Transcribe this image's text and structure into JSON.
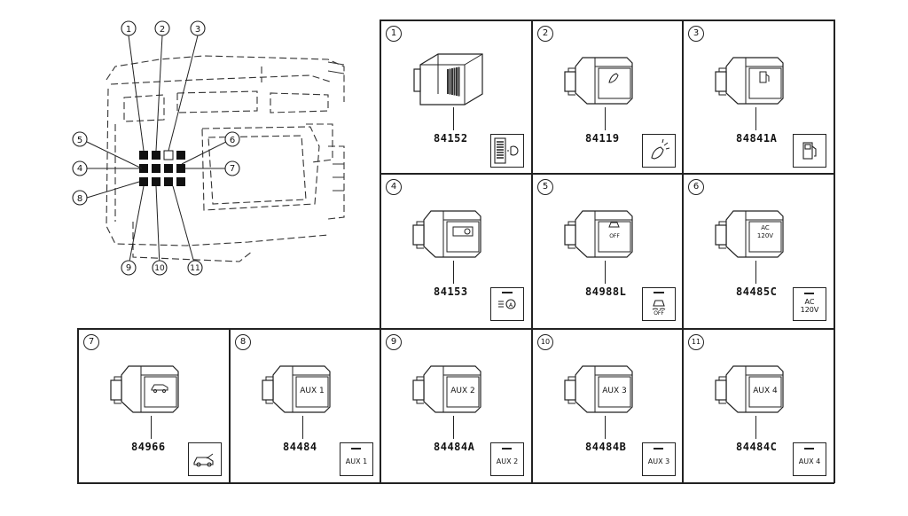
{
  "overview": {
    "callouts": [
      "1",
      "2",
      "3",
      "4",
      "5",
      "6",
      "7",
      "8",
      "9",
      "10",
      "11"
    ]
  },
  "parts": [
    {
      "num": "1",
      "part_number": "84152",
      "legend_icon": "dimmer-icon",
      "legend_text": ""
    },
    {
      "num": "2",
      "part_number": "84119",
      "legend_icon": "work-light-icon",
      "legend_text": ""
    },
    {
      "num": "3",
      "part_number": "84841A",
      "legend_icon": "fuel-icon",
      "legend_text": ""
    },
    {
      "num": "4",
      "part_number": "84153",
      "legend_icon": "headlight-auto-icon",
      "legend_text": ""
    },
    {
      "num": "5",
      "part_number": "84988L",
      "legend_icon": "traction-off-icon",
      "legend_text": "OFF"
    },
    {
      "num": "6",
      "part_number": "84485C",
      "legend_icon": "ac-120v-icon",
      "legend_text": "AC\n120V"
    },
    {
      "num": "7",
      "part_number": "84966",
      "legend_icon": "vehicle-icon",
      "legend_text": ""
    },
    {
      "num": "8",
      "part_number": "84484",
      "legend_icon": "aux-icon",
      "legend_text": "AUX 1"
    },
    {
      "num": "9",
      "part_number": "84484A",
      "legend_icon": "aux-icon",
      "legend_text": "AUX 2"
    },
    {
      "num": "10",
      "part_number": "84484B",
      "legend_icon": "aux-icon",
      "legend_text": "AUX 3"
    },
    {
      "num": "11",
      "part_number": "84484C",
      "legend_icon": "aux-icon",
      "legend_text": "AUX 4"
    }
  ],
  "switch_face_labels": {
    "aux1": "AUX 1",
    "aux2": "AUX 2",
    "aux3": "AUX 3",
    "aux4": "AUX 4",
    "ac": "AC\n120V",
    "off": "OFF"
  }
}
